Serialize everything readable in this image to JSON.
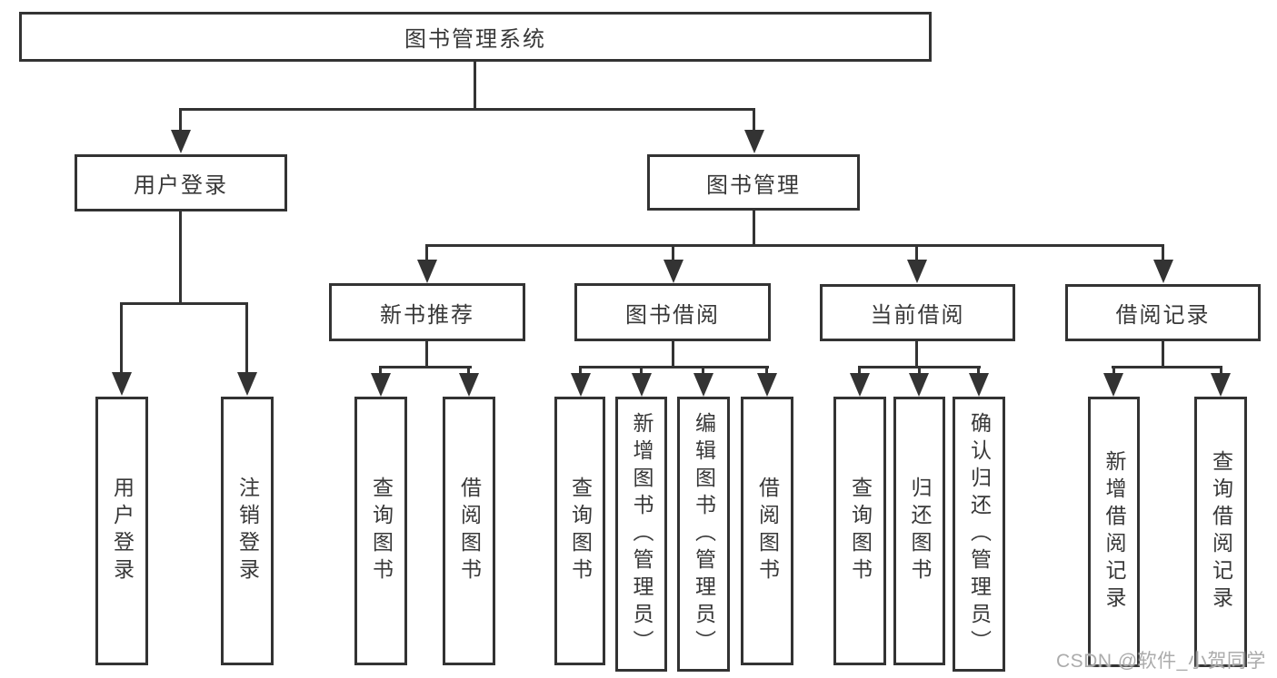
{
  "diagram": {
    "title_node": "图书管理系统",
    "branches": [
      {
        "label": "用户登录",
        "children": [
          "用户登录",
          "注销登录"
        ]
      },
      {
        "label": "图书管理",
        "children": [
          {
            "label": "新书推荐",
            "children": [
              "查询图书",
              "借阅图书"
            ]
          },
          {
            "label": "图书借阅",
            "children": [
              "查询图书",
              "新增图书（管理员）",
              "编辑图书（管理员）",
              "借阅图书"
            ]
          },
          {
            "label": "当前借阅",
            "children": [
              "查询图书",
              "归还图书",
              "确认归还（管理员）"
            ]
          },
          {
            "label": "借阅记录",
            "children": [
              "新增借阅记录",
              "查询借阅记录"
            ]
          }
        ]
      }
    ]
  },
  "watermark": {
    "text": "CSDN @软件_小贺同学"
  },
  "colors": {
    "line": "#333333",
    "box_border": "#333333",
    "box_fill": "#ffffff",
    "text": "#383838",
    "watermark": "#ababab",
    "background": "#ffffff"
  }
}
